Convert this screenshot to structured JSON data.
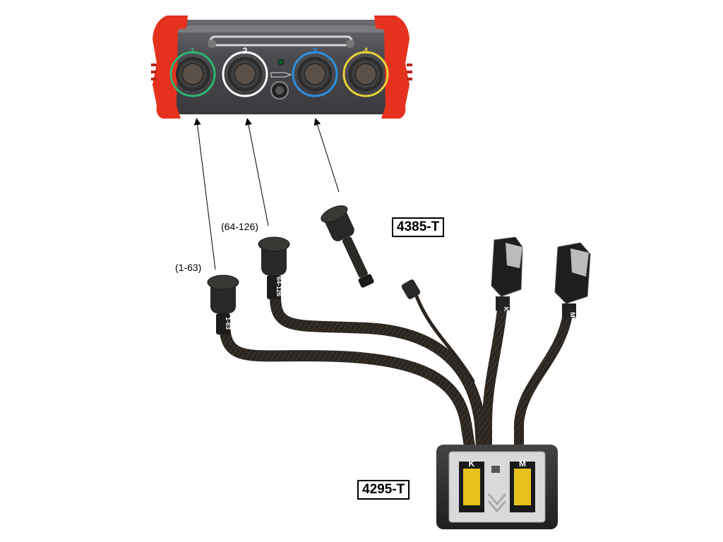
{
  "device": {
    "ports": [
      {
        "number": "1",
        "color": "#2db673"
      },
      {
        "number": "2",
        "color": "#ffffff"
      },
      {
        "number": "3",
        "color": "#2f8fdd"
      },
      {
        "number": "4",
        "color": "#e8d23a"
      }
    ],
    "bumper_color": "#e5321e",
    "body_color": "#4a4a4e"
  },
  "labels": {
    "adapter_top": "4385-T",
    "breakout_box": "4295-T",
    "range_1": "(1-63)",
    "range_2": "(64-126)"
  },
  "cable_sleeves": {
    "cable_1": "1-63",
    "cable_2": "64-126"
  },
  "breakout": {
    "slot_left": "K",
    "slot_right": "M",
    "ecu_left": "K",
    "ecu_right": "M"
  }
}
